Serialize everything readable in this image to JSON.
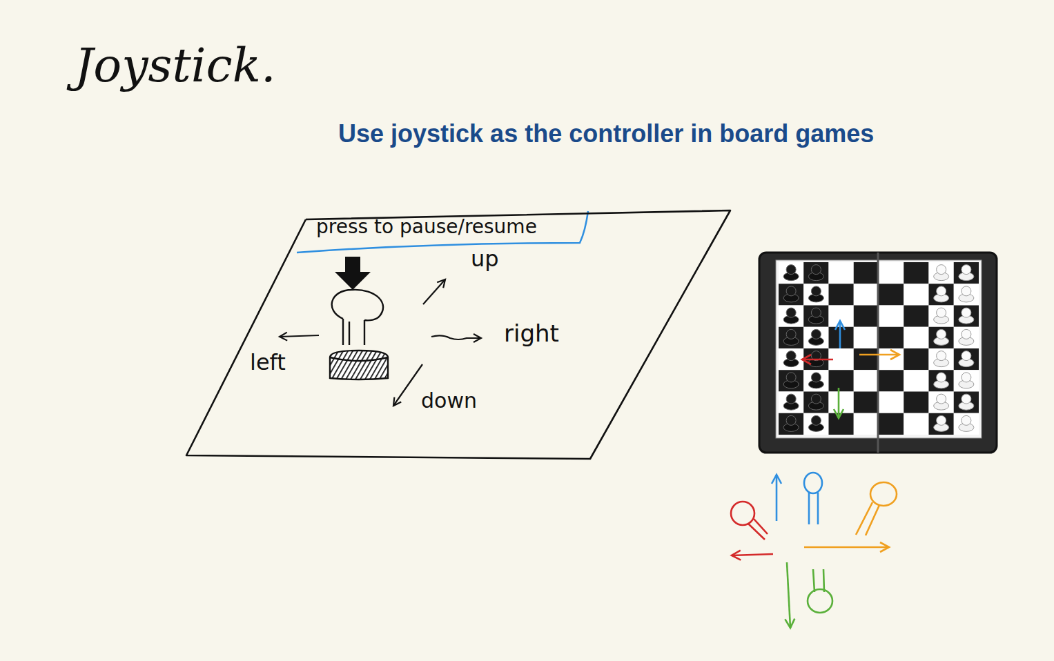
{
  "diagram": {
    "title": "Joystick.",
    "nodes": [
      {
        "text": [
          "press to pause/resume",
          "up",
          "right",
          "left",
          "down"
        ]
      }
    ],
    "labels": [
      "Use joystick as the controller in board games"
    ]
  }
}
